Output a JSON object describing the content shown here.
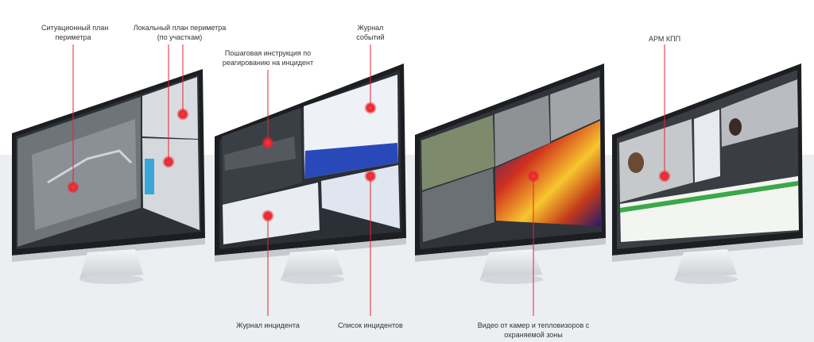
{
  "labels": {
    "situational_plan": [
      "Ситуационный план",
      "периметра"
    ],
    "local_plan": [
      "Локальный план периметра",
      "(по участкам)"
    ],
    "instruction": [
      "Пошаговая инструкция по",
      "реагированию на инцидент"
    ],
    "event_log": [
      "Журнал",
      "событий"
    ],
    "checkpoint": [
      "АРМ КПП"
    ],
    "incident_log": [
      "Журнал инцидента"
    ],
    "incident_list": [
      "Список инцидентов"
    ],
    "video": [
      "Видео от камер и тепловизоров с",
      "охраняемой зоны"
    ]
  },
  "colors": {
    "marker": "#e8242c",
    "line": "#e8242c",
    "bezel": "#1c1e22",
    "floor": "#eceef1"
  }
}
